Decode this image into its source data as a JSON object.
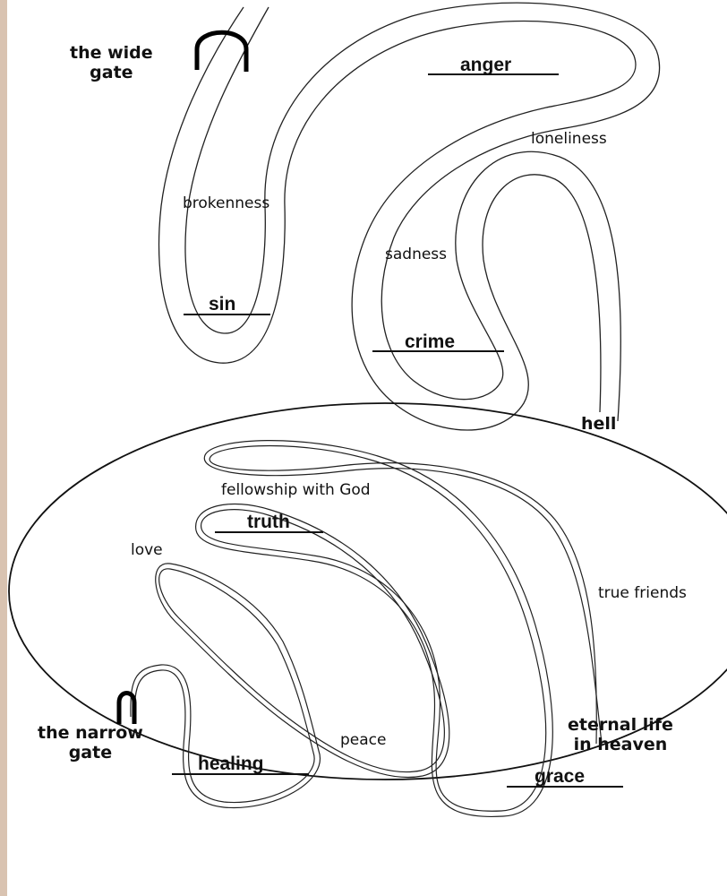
{
  "title": "",
  "gates": {
    "wide_line1": "the wide",
    "wide_line2": "gate",
    "narrow_line1": "the narrow",
    "narrow_line2": "gate"
  },
  "wide_path_labels": {
    "anger": "anger",
    "loneliness": "loneliness",
    "brokenness": "brokenness",
    "sadness": "sadness",
    "sin": "sin",
    "crime": "crime",
    "hell": "hell"
  },
  "narrow_path_labels": {
    "fellowship": "fellowship with God",
    "truth": "truth",
    "love": "love",
    "true_friends": "true friends",
    "peace": "peace",
    "eternal_line1": "eternal life",
    "eternal_line2": "in heaven",
    "healing": "healing",
    "grace": "grace"
  },
  "colors": {
    "ink": "#111111",
    "border": "#d9c3b1"
  }
}
